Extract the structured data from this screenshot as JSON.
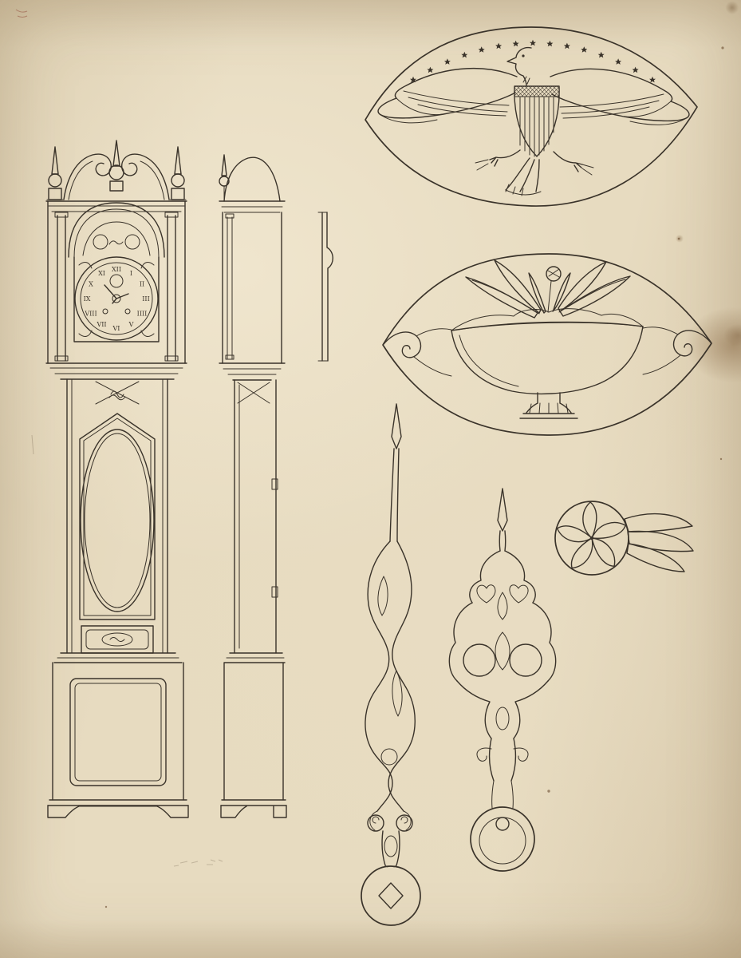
{
  "page": {
    "background_color": "#e7dbc0",
    "ink_color": "#3a332a",
    "pencil_mark_color": "#96523f",
    "faint_mark_color": "#6a5a44",
    "description": "Ink design drawing of a tall case clock with detail studies on aged paper"
  },
  "figures": [
    {
      "id": "clock-front-view",
      "label": "Tall case clock, front elevation"
    },
    {
      "id": "clock-side-view",
      "label": "Tall case clock, side elevation"
    },
    {
      "id": "molding-profile",
      "label": "Molding profile detail"
    },
    {
      "id": "eagle-inlay",
      "label": "Oval eagle inlay with star border"
    },
    {
      "id": "urn-inlay",
      "label": "Oval urn and foliage inlay"
    },
    {
      "id": "minute-hand",
      "label": "Pierced minute hand"
    },
    {
      "id": "hour-hand",
      "label": "Pierced hour hand"
    },
    {
      "id": "rosette-detail",
      "label": "Carved rosette with husk spray"
    }
  ],
  "clock_dial": {
    "numerals": [
      "XII",
      "I",
      "II",
      "III",
      "IIII",
      "V",
      "VI",
      "VII",
      "VIII",
      "IX",
      "X",
      "XI"
    ]
  },
  "eagle_inlay": {
    "star_count": 15
  }
}
